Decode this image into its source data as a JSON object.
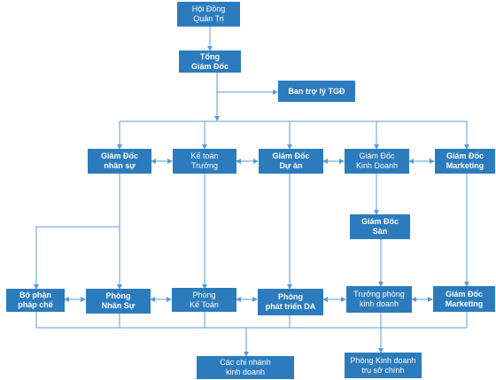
{
  "nodes": {
    "board": {
      "line1": "Hội Đồng",
      "line2": "Quản Trị"
    },
    "ceo": {
      "line1": "Tổng",
      "line2": "Giám Đốc"
    },
    "assistant": {
      "line1": "Ban trợ lý TGĐ"
    },
    "hr_director": {
      "line1": "Giám Đốc",
      "line2": "nhân sự"
    },
    "chief_accountant": {
      "line1": "Kế toán",
      "line2": "Trưởng"
    },
    "project_director": {
      "line1": "Giám Đốc",
      "line2": "Dự án"
    },
    "business_director": {
      "line1": "Giám Đốc",
      "line2": "Kinh Doanh"
    },
    "marketing_director": {
      "line1": "Giám Đốc",
      "line2": "Marketing"
    },
    "floor_director": {
      "line1": "Giám Đốc",
      "line2": "Sàn"
    },
    "legal_dept": {
      "line1": "Bộ phận",
      "line2": "pháp chế"
    },
    "hr_dept": {
      "line1": "Phòng",
      "line2": "Nhân Sự"
    },
    "accounting_dept": {
      "line1": "Phòng",
      "line2": "Kế Toán"
    },
    "project_dev_dept": {
      "line1": "Phòng",
      "line2": "phát triển DA"
    },
    "business_head": {
      "line1": "Trưởng phòng",
      "line2": "kinh doanh"
    },
    "marketing_director_2": {
      "line1": "Giám Đốc",
      "line2": "Marketing"
    },
    "branches": {
      "line1": "Các chi nhánh",
      "line2": "kinh doanh"
    },
    "hq_business": {
      "line1": "Phòng Kinh doanh",
      "line2": "trụ sở chính"
    }
  },
  "colors": {
    "box": "#2c7bbd",
    "line": "#5b9bd5",
    "text": "#ffffff"
  }
}
